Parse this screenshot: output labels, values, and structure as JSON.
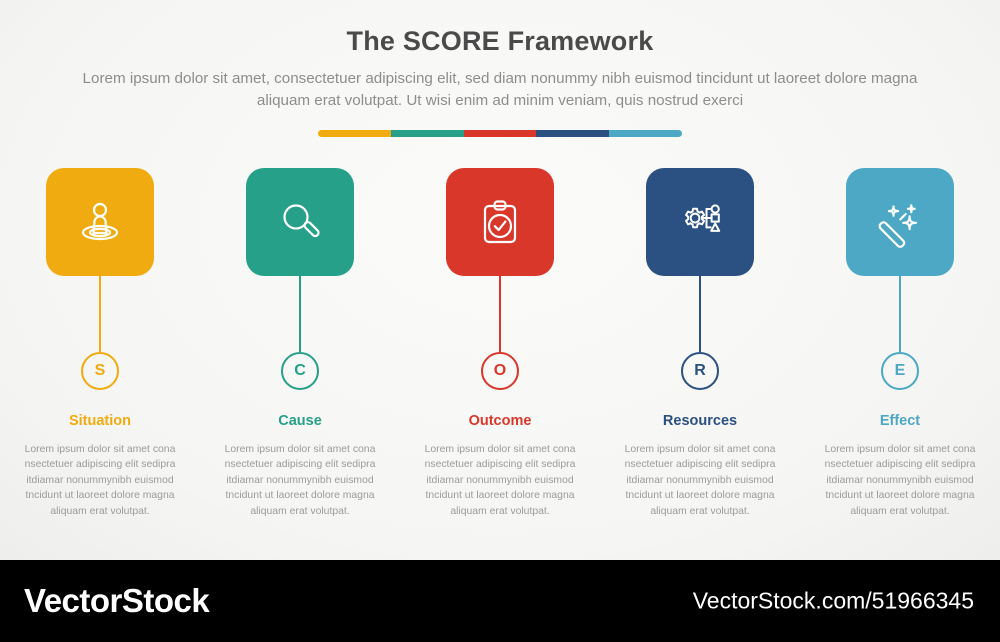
{
  "header": {
    "title": "The SCORE Framework",
    "subtitle": "Lorem ipsum dolor sit amet, consectetuer adipiscing elit, sed diam nonummy nibh euismod tincidunt ut laoreet dolore magna aliquam erat volutpat. Ut wisi enim ad minim veniam, quis nostrud exerci"
  },
  "colors": {
    "situation": "#EFAB0F",
    "cause": "#27A08A",
    "outcome": "#D8372A",
    "resources": "#2B5182",
    "effect": "#4CA8C4",
    "title_color": "#4A4A4A",
    "subtitle_color": "#8D8D8D",
    "body_color": "#9B9B9B",
    "footer_bg": "#000000"
  },
  "divider": {
    "segments": [
      "#EFAB0F",
      "#27A08A",
      "#D8372A",
      "#2B5182",
      "#4CA8C4"
    ]
  },
  "columns": [
    {
      "letter": "S",
      "heading": "Situation",
      "body": "Lorem ipsum dolor sit amet cona nsectetuer adipiscing elit sedipra itdiamar nonummynibh euismod tncidunt ut laoreet dolore magna aliquam erat volutpat.",
      "color": "#EFAB0F",
      "icon": "person-location-icon"
    },
    {
      "letter": "C",
      "heading": "Cause",
      "body": "Lorem ipsum dolor sit amet cona nsectetuer adipiscing elit sedipra itdiamar nonummynibh euismod tncidunt ut laoreet dolore magna aliquam erat volutpat.",
      "color": "#27A08A",
      "icon": "magnifier-icon"
    },
    {
      "letter": "O",
      "heading": "Outcome",
      "body": "Lorem ipsum dolor sit amet cona nsectetuer adipiscing elit sedipra itdiamar nonummynibh euismod tncidunt ut laoreet dolore magna aliquam erat volutpat.",
      "color": "#D8372A",
      "icon": "clipboard-check-icon"
    },
    {
      "letter": "R",
      "heading": "Resources",
      "body": "Lorem ipsum dolor sit amet cona nsectetuer adipiscing elit sedipra itdiamar nonummynibh euismod tncidunt ut laoreet dolore magna aliquam erat volutpat.",
      "color": "#2B5182",
      "icon": "gear-branch-icon"
    },
    {
      "letter": "E",
      "heading": "Effect",
      "body": "Lorem ipsum dolor sit amet cona nsectetuer adipiscing elit sedipra itdiamar nonummynibh euismod tncidunt ut laoreet dolore magna aliquam erat volutpat.",
      "color": "#4CA8C4",
      "icon": "magic-wand-icon"
    }
  ],
  "footer": {
    "brand": "VectorStock",
    "url": "VectorStock.com/51966345"
  }
}
